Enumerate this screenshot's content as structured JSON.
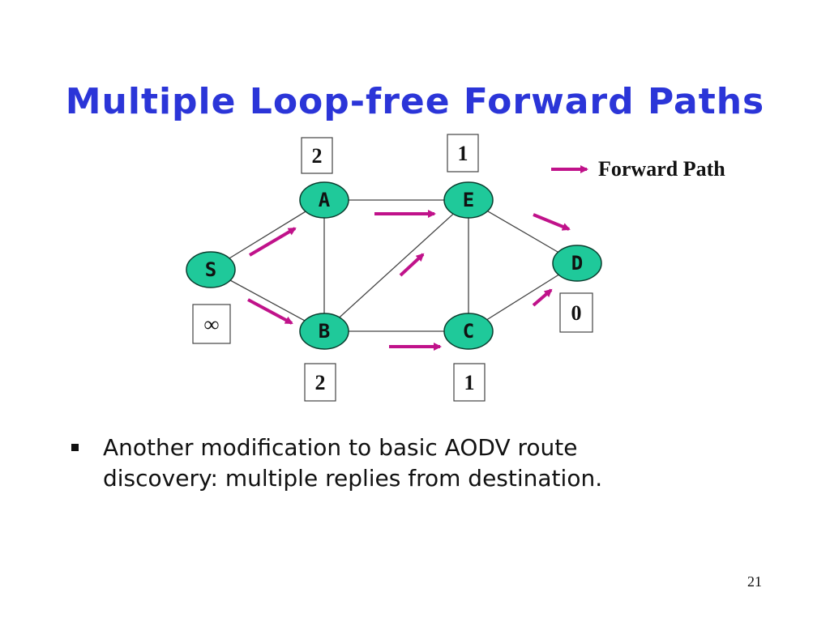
{
  "slide": {
    "title": "Multiple Loop-free Forward Paths",
    "bullet": "Another modification to basic AODV route discovery: multiple replies from destination.",
    "page_number": "21"
  },
  "legend": {
    "label": "Forward Path",
    "arrow_color": "#c0128a"
  },
  "colors": {
    "node_fill": "#1fc99a",
    "node_stroke": "#0a3d2e",
    "arrow": "#c0128a",
    "title": "#2b35d8"
  },
  "nodes": [
    {
      "id": "S",
      "label": "S"
    },
    {
      "id": "A",
      "label": "A"
    },
    {
      "id": "E",
      "label": "E"
    },
    {
      "id": "D",
      "label": "D"
    },
    {
      "id": "B",
      "label": "B"
    },
    {
      "id": "C",
      "label": "C"
    }
  ],
  "edges": [
    {
      "from": "S",
      "to": "A"
    },
    {
      "from": "S",
      "to": "B"
    },
    {
      "from": "A",
      "to": "E"
    },
    {
      "from": "A",
      "to": "B"
    },
    {
      "from": "B",
      "to": "E"
    },
    {
      "from": "B",
      "to": "C"
    },
    {
      "from": "E",
      "to": "C"
    },
    {
      "from": "E",
      "to": "D"
    },
    {
      "from": "C",
      "to": "D"
    }
  ],
  "hop_labels": [
    {
      "node": "A",
      "value": "2"
    },
    {
      "node": "E",
      "value": "1"
    },
    {
      "node": "S",
      "value": "∞"
    },
    {
      "node": "D",
      "value": "0"
    },
    {
      "node": "B",
      "value": "2"
    },
    {
      "node": "C",
      "value": "1"
    }
  ],
  "forward_arrows": [
    {
      "from": "S",
      "to": "A"
    },
    {
      "from": "S",
      "to": "B"
    },
    {
      "from": "A",
      "to": "E"
    },
    {
      "from": "B",
      "to": "E"
    },
    {
      "from": "B",
      "to": "C"
    },
    {
      "from": "E",
      "to": "D"
    },
    {
      "from": "C",
      "to": "D"
    }
  ]
}
